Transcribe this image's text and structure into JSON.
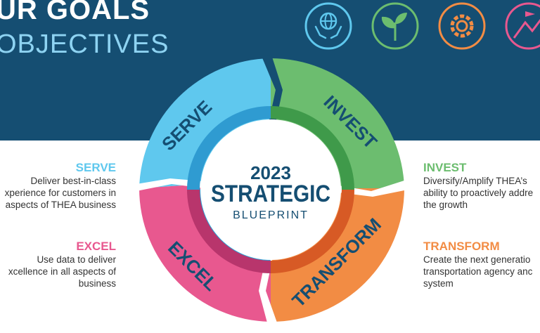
{
  "header": {
    "title_line1": "UR GOALS",
    "title_line2": "OBJECTIVES",
    "icons": [
      "globe-hands-icon",
      "sprout-icon",
      "gear-icon",
      "mountain-flag-icon"
    ]
  },
  "center": {
    "year": "2023",
    "strategic": "STRATEGIC",
    "blueprint": "BLUEPRINT"
  },
  "wheel": {
    "serve": "SERVE",
    "invest": "INVEST",
    "transform": "TRANSFORM",
    "excel": "EXCEL"
  },
  "goals": {
    "serve": {
      "heading": "SERVE",
      "text": "Deliver best-in-class\nxperience for customers in\naspects of THEA business"
    },
    "excel": {
      "heading": "EXCEL",
      "text": "Use data to deliver\nxcellence in all aspects of\nbusiness"
    },
    "invest": {
      "heading": "INVEST",
      "text": "Diversify/Amplify THEA’s\nability to proactively addre\nthe growth"
    },
    "transform": {
      "heading": "TRANSFORM",
      "text": "Create the next generatio\ntransportation agency anc\nsystem"
    }
  },
  "colors": {
    "navy": "#154e72",
    "serve": "#5fc8ee",
    "invest": "#6cbd6f",
    "transform": "#f28c44",
    "excel": "#e8588f"
  }
}
